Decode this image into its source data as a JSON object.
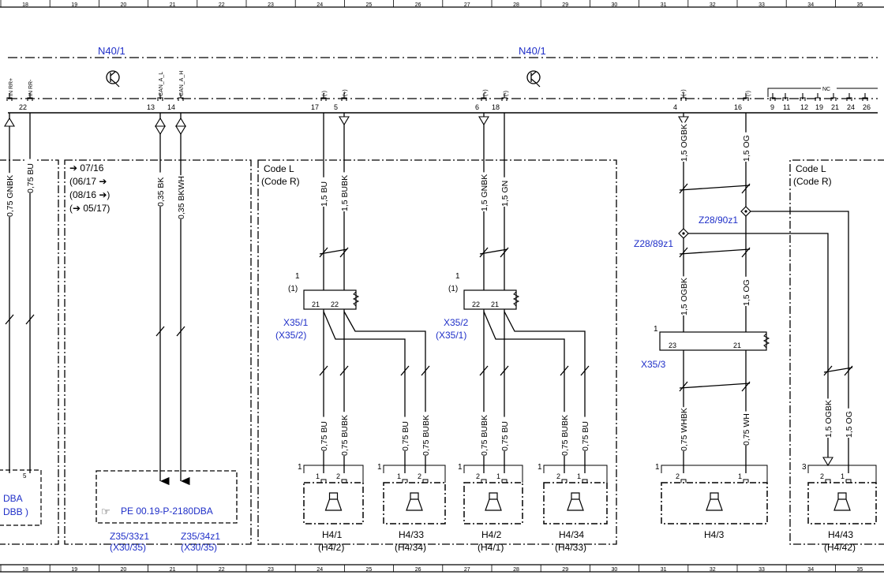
{
  "grid": {
    "columns": [
      "18",
      "19",
      "20",
      "21",
      "22",
      "23",
      "24",
      "25",
      "26",
      "27",
      "28",
      "29",
      "30",
      "31",
      "32",
      "33",
      "34",
      "35"
    ]
  },
  "component": {
    "name_left": "N40/1",
    "name_right": "N40/1"
  },
  "pins": {
    "p22_signal": "IN RR+",
    "p22_signal_b": "IN RR-",
    "p22": "22",
    "p13": "13",
    "p14": "14",
    "can_l": "CAN_A_L",
    "can_h": "CAN_A_H",
    "p17": "17",
    "p5": "5",
    "p6": "6",
    "p18": "18",
    "p4": "4",
    "p16": "16",
    "minus": "(-)",
    "plus": "(+)",
    "nc_label": "NC",
    "right_pins": [
      "9",
      "11",
      "12",
      "19",
      "21",
      "24",
      "26"
    ]
  },
  "wires": {
    "w_075_gnbk": "0,75 GNBK",
    "w_075_bu_left": "0,75 BU",
    "w_035_bk": "0,35 BK",
    "w_035_bkwh": "0,35 BKWH",
    "w_15_bu": "1,5 BU",
    "w_15_bubk": "1,5 BUBK",
    "w_15_gnbk": "1,5 GNBK",
    "w_15_gn": "1,5 GN",
    "w_15_ogbk_top": "1,5 OGBK",
    "w_15_og_top": "1,5 OG",
    "w_15_ogbk_mid": "1,5 OGBK",
    "w_15_og_mid": "1,5 OG",
    "w_075_bu_a": "0,75 BU",
    "w_075_bubk_a": "0,75 BUBK",
    "w_075_bu_b": "0,75 BU",
    "w_075_bubk_b": "0,75 BUBK",
    "w_075_bubk_c": "0,75 BUBK",
    "w_075_bu_c": "0,75 BU",
    "w_075_bubk_d": "0,75 BUBK",
    "w_075_bu_d": "0,75 BU",
    "w_075_whbk": "0,75 WHBK",
    "w_075_wh": "0,75 WH",
    "w_15_ogbk_bot": "1,5 OGBK",
    "w_15_og_bot": "1,5 OG"
  },
  "validity": {
    "line1": "➔ 07/16",
    "line2": "(06/17 ➔",
    "line3": "(08/16 ➔)",
    "line4": "(➔ 05/17)"
  },
  "codes": {
    "code_l_1": "Code L",
    "code_r_1": "(Code R)",
    "code_l_2": "Code L",
    "code_r_2": "(Code R)"
  },
  "connectors": {
    "x35_1": "X35/1",
    "x35_1_alt": "(X35/2)",
    "x35_2": "X35/2",
    "x35_2_alt": "(X35/1)",
    "x35_3": "X35/3",
    "z28_90": "Z28/90z1",
    "z28_89": "Z28/89z1",
    "one_a": "1",
    "one_a_alt": "(1)",
    "one_b": "1",
    "one_b_alt": "(1)",
    "one_c": "1",
    "pin21_a": "21",
    "pin22_a": "22",
    "pin22_b": "22",
    "pin21_b": "21",
    "pin23_c": "23",
    "pin21_c": "21"
  },
  "reference": {
    "text": "PE 00.19-P-2180DBA",
    "z35_33": "Z35/33z1",
    "z35_33_alt": "(X30/35)",
    "z35_34": "Z35/34z1",
    "z35_34_alt": "(X30/35)"
  },
  "left_fragment": {
    "dba": "DBA",
    "dbb": "DBB )",
    "pin5": "5"
  },
  "speakers": {
    "h4_1": "H4/1",
    "h4_1_alt": "(H4/2)",
    "h4_33": "H4/33",
    "h4_33_alt": "(H4/34)",
    "h4_2": "H4/2",
    "h4_2_alt": "(H4/1)",
    "h4_34": "H4/34",
    "h4_34_alt": "(H4/33)",
    "h4_3": "H4/3",
    "h4_43": "H4/43",
    "h4_43_alt": "(H4/42)",
    "pin_1": "1",
    "pin_2": "2",
    "pin_3": "3"
  }
}
